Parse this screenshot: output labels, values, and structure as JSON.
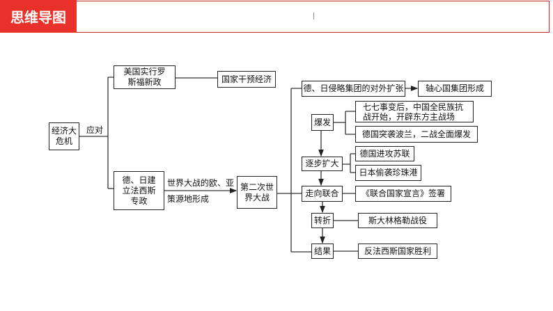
{
  "header": {
    "title": "思维导图"
  },
  "nodes": {
    "crisis": "经济大危机",
    "respond": "应对",
    "us_new_deal": "美国实行罗斯福新政",
    "state_intervention": "国家干预经济",
    "fascism": "德、日建立法西斯专政",
    "edge_label": [
      "世界大战的欧、亚",
      "策源地形成"
    ],
    "ww2": "第二次世界大战",
    "expansion": "德、日侵略集团的对外扩张",
    "axis": "轴心国集团形成",
    "outbreak": "爆发",
    "outbreak_items": [
      "七七事变后，中国全民族抗战开始，开辟东方主战场",
      "德国突袭波兰，二战全面爆发"
    ],
    "escalation": "逐步扩大",
    "escalation_items": [
      "德国进攻苏联",
      "日本偷袭珍珠港"
    ],
    "alliance": "走向联合",
    "alliance_item": "《联合国家宣言》签署",
    "turning": "转折",
    "turning_item": "斯大林格勒战役",
    "result": "结果",
    "result_item": "反法西斯国家胜利"
  }
}
